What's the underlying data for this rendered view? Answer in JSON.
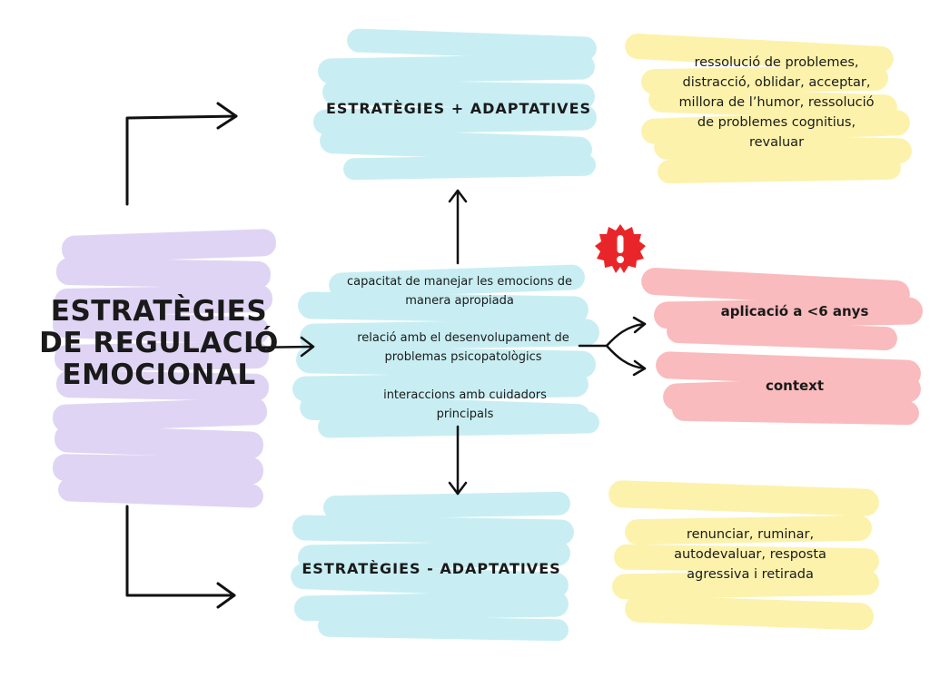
{
  "main_node": {
    "label": "ESTRATÈGIES DE REGULACIÓ EMOCIONAL"
  },
  "top_branch": {
    "title": "ESTRATÈGIES + ADAPTATIVES",
    "examples": "ressolució de problemes, distracció, oblidar, acceptar, millora de l’humor, ressolució de problemes cognitius, revaluar"
  },
  "bottom_branch": {
    "title": "ESTRATÈGIES - ADAPTATIVES",
    "examples": "renunciar, ruminar, autodevaluar, resposta agressiva i retirada"
  },
  "center_node": {
    "items": [
      "capacitat de manejar les emocions de manera apropiada",
      "relació amb el desenvolupament de problemas psicopatològics",
      "interaccions amb cuidadors principals"
    ]
  },
  "warning": {
    "icon": "exclamation-badge-icon",
    "items": [
      "aplicació a <6 anys",
      "context"
    ]
  },
  "colors": {
    "purple": "#d9c8f3",
    "cyan": "#bfeaf0",
    "yellow": "#fbef9c",
    "red": "#f9b3b5",
    "badge": "#e8262a"
  }
}
